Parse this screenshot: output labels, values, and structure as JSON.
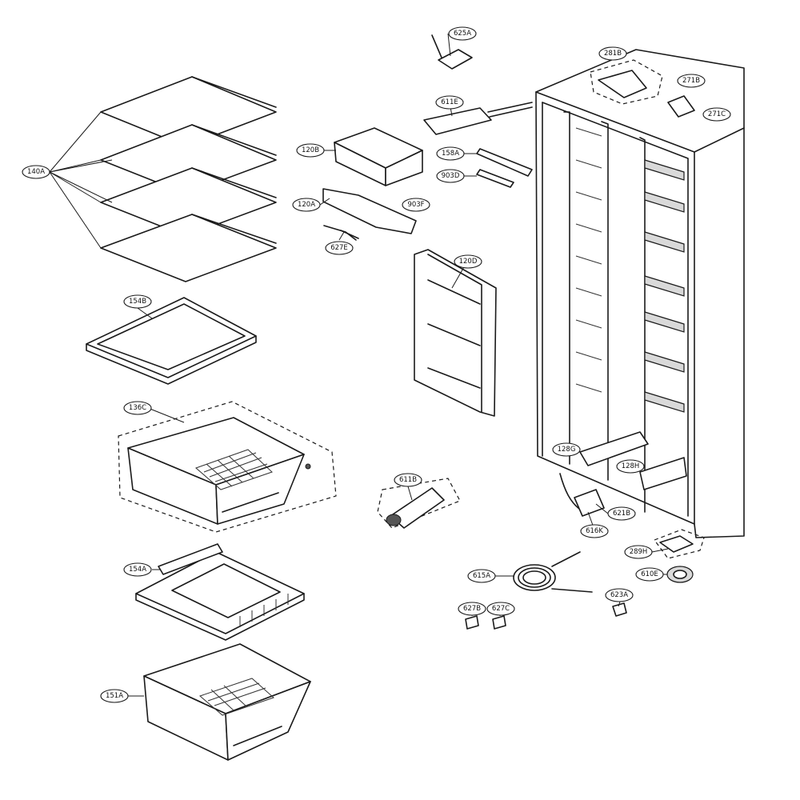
{
  "diagram": {
    "type": "exploded parts diagram",
    "callouts": [
      {
        "id": "c625a",
        "label": "625A"
      },
      {
        "id": "c281b",
        "label": "281B"
      },
      {
        "id": "c271b",
        "label": "271B"
      },
      {
        "id": "c271c",
        "label": "271C"
      },
      {
        "id": "c611e",
        "label": "611E"
      },
      {
        "id": "c120b",
        "label": "120B"
      },
      {
        "id": "c158a",
        "label": "158A"
      },
      {
        "id": "c903d",
        "label": "903D"
      },
      {
        "id": "c140a",
        "label": "140A"
      },
      {
        "id": "c120a",
        "label": "120A"
      },
      {
        "id": "c903f",
        "label": "903F"
      },
      {
        "id": "c627e",
        "label": "627E"
      },
      {
        "id": "c120d",
        "label": "120D"
      },
      {
        "id": "c154b",
        "label": "154B"
      },
      {
        "id": "c136c",
        "label": "136C"
      },
      {
        "id": "c128g",
        "label": "128G"
      },
      {
        "id": "c128h",
        "label": "128H"
      },
      {
        "id": "c611b",
        "label": "611B"
      },
      {
        "id": "c621b",
        "label": "621B"
      },
      {
        "id": "c616k",
        "label": "616K"
      },
      {
        "id": "c289h",
        "label": "289H"
      },
      {
        "id": "c154a",
        "label": "154A"
      },
      {
        "id": "c615a",
        "label": "615A"
      },
      {
        "id": "c610e",
        "label": "610E"
      },
      {
        "id": "c623a",
        "label": "623A"
      },
      {
        "id": "c627b",
        "label": "627B"
      },
      {
        "id": "c627c",
        "label": "627C"
      },
      {
        "id": "c151a",
        "label": "151A"
      }
    ]
  }
}
